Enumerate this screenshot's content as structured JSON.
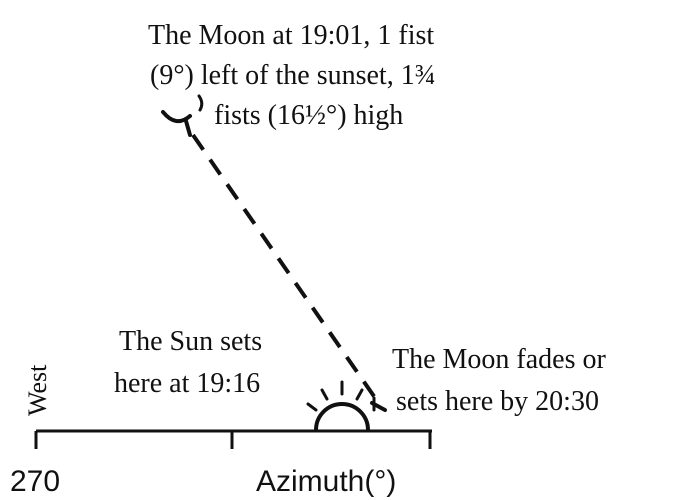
{
  "diagram": {
    "moon_caption": {
      "line1": "The Moon at 19:01, 1 fist",
      "line2": "(9°) left of the sunset, 1¾",
      "line3": "fists (16½°) high"
    },
    "sun_caption": {
      "line1": "The Sun sets",
      "line2": "here at 19:16"
    },
    "moonset_caption": {
      "line1": "The Moon fades or",
      "line2": "sets here by 20:30"
    },
    "axis": {
      "direction_label": "West",
      "tick_label_left": "270",
      "axis_title": "Azimuth(°)"
    }
  }
}
